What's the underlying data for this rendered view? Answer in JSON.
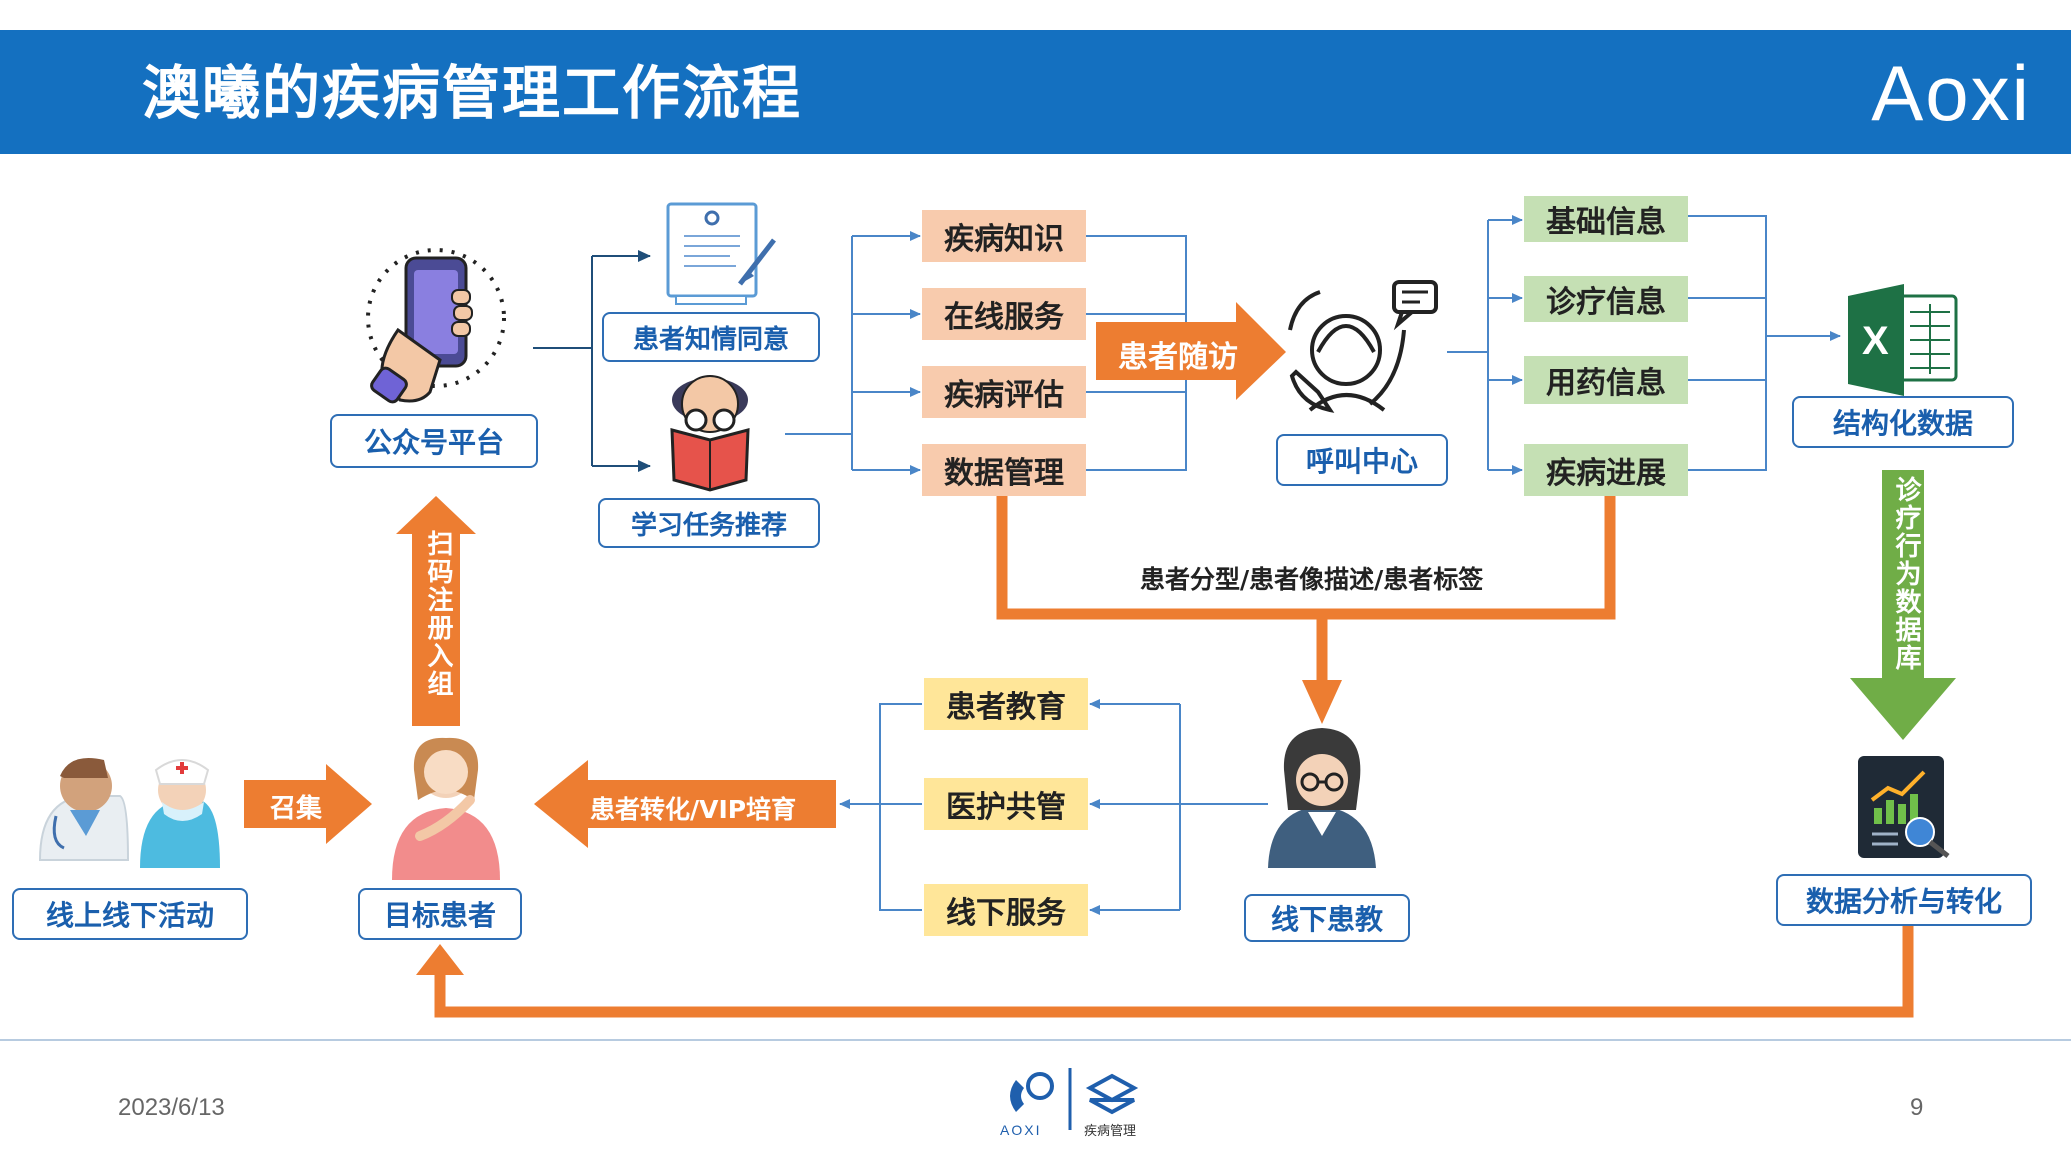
{
  "header": {
    "title": "澳曦的疾病管理工作流程",
    "logo": "Aoxi",
    "color": "#1470c0"
  },
  "nodes": {
    "wechat_platform": "公众号平台",
    "consent": "患者知情同意",
    "learning": "学习任务推荐",
    "call_center": "呼叫中心",
    "structured_data": "结构化数据",
    "data_analysis": "数据分析与转化",
    "offline_activity": "线上线下活动",
    "target_patient": "目标患者",
    "offline_education": "线下患教"
  },
  "services": [
    "疾病知识",
    "在线服务",
    "疾病评估",
    "数据管理"
  ],
  "info": [
    "基础信息",
    "诊疗信息",
    "用药信息",
    "疾病进展"
  ],
  "education": [
    "患者教育",
    "医护共管",
    "线下服务"
  ],
  "arrows": {
    "follow_up": "患者随访",
    "recruit": "召集",
    "conversion": "患者转化/VIP培育",
    "scan_register": "扫码注册入组",
    "behavior_db": "诊疗行为数据库",
    "segmentation": "患者分型/患者像描述/患者标签"
  },
  "footer": {
    "date": "2023/6/13",
    "page": "9",
    "logo_left": "AOXI",
    "logo_right": "疾病管理"
  },
  "colors": {
    "orange": "#ed7d31",
    "green_arrow": "#70ad47",
    "peach": "#f8cbad",
    "green_box": "#c5e0b4",
    "yellow_box": "#ffe699",
    "label_blue": "#1a5fad"
  }
}
